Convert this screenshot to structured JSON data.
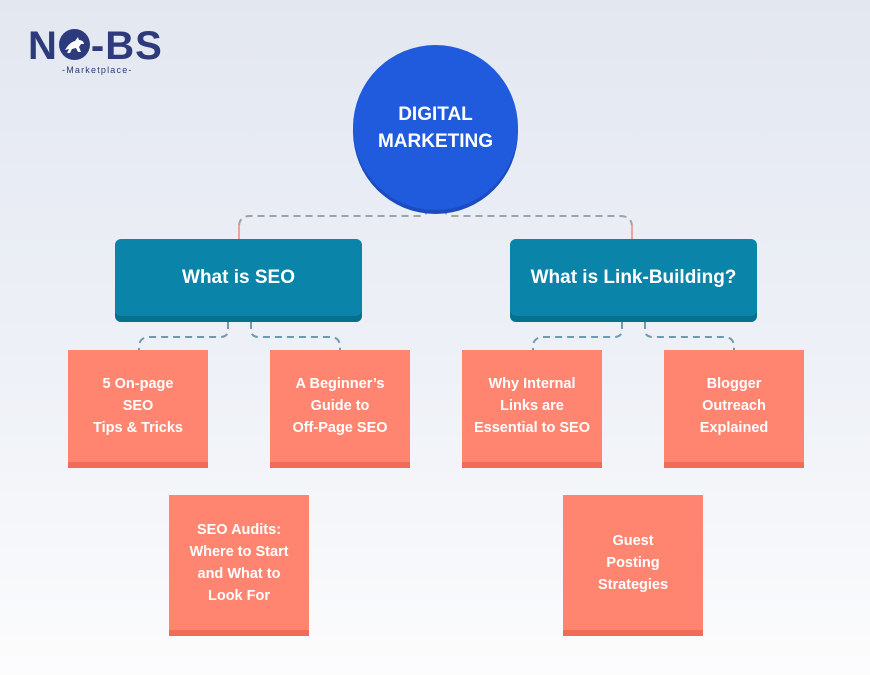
{
  "logo": {
    "text_left": "N",
    "text_right": "-BS",
    "subtitle": "-Marketplace-",
    "icon": "bull-icon"
  },
  "root": {
    "line1": "DIGITAL",
    "line2": "MARKETING"
  },
  "topics": [
    {
      "label": "What is SEO",
      "children": [
        {
          "lines": [
            "5 On-page",
            "SEO",
            "Tips & Tricks"
          ]
        },
        {
          "lines": [
            "A Beginner’s",
            "Guide to",
            "Off-Page SEO"
          ]
        },
        {
          "lines": [
            "SEO Audits:",
            "Where to Start",
            "and What to",
            "Look For"
          ]
        }
      ]
    },
    {
      "label": "What is Link-Building?",
      "children": [
        {
          "lines": [
            "Why Internal",
            "Links are",
            "Essential to SEO"
          ]
        },
        {
          "lines": [
            "Blogger",
            "Outreach",
            "Explained"
          ]
        },
        {
          "lines": [
            "Guest",
            "Posting",
            "Strategies"
          ]
        }
      ]
    }
  ],
  "colors": {
    "root": "#1f5bdc",
    "topic": "#0a84a8",
    "leaf": "#ff8570",
    "logo": "#2d3a7c",
    "connector_gray": "#9aa3ad",
    "connector_teal": "#5a93a8",
    "connector_salmon": "#eea396"
  }
}
